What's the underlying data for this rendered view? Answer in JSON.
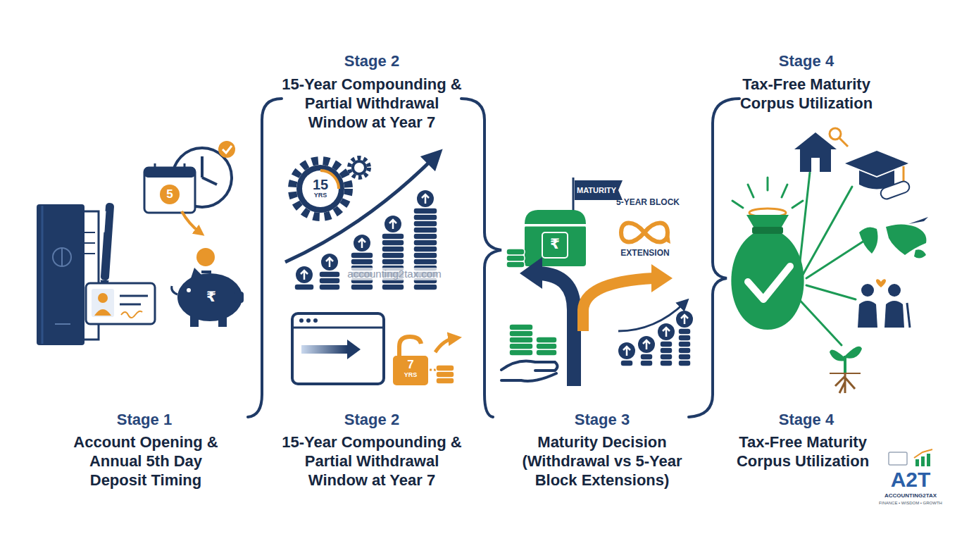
{
  "diagram": {
    "labels": [
      "Stage 2",
      "15-Year Compounding & Partial Withdrawal Window at Year 7",
      "Stage 4",
      "Tax-Free Maturity Corpus Utilization",
      "Stage 1",
      "Account Opening & Annual 5th Day Deposit Timing",
      "Stage 2",
      "15-Year Compounding & Partial Withdrawal Window at Year 7",
      "Stage 3",
      "Maturity Decision (Withdrawal vs 5-Year Block Extensions)",
      "Stage 4",
      "Tax-Free Maturity Corpus Utilization",
      "5",
      "₹",
      "15",
      "YRS",
      "7",
      "YRS",
      "MATURITY",
      "5-YEAR BLOCK",
      "EXTENSION",
      "₹",
      "accounting2tax.com",
      "A2T",
      "ACCOUNTING2TAX",
      "FINANCE • WISDOM • GROWTH"
    ]
  }
}
